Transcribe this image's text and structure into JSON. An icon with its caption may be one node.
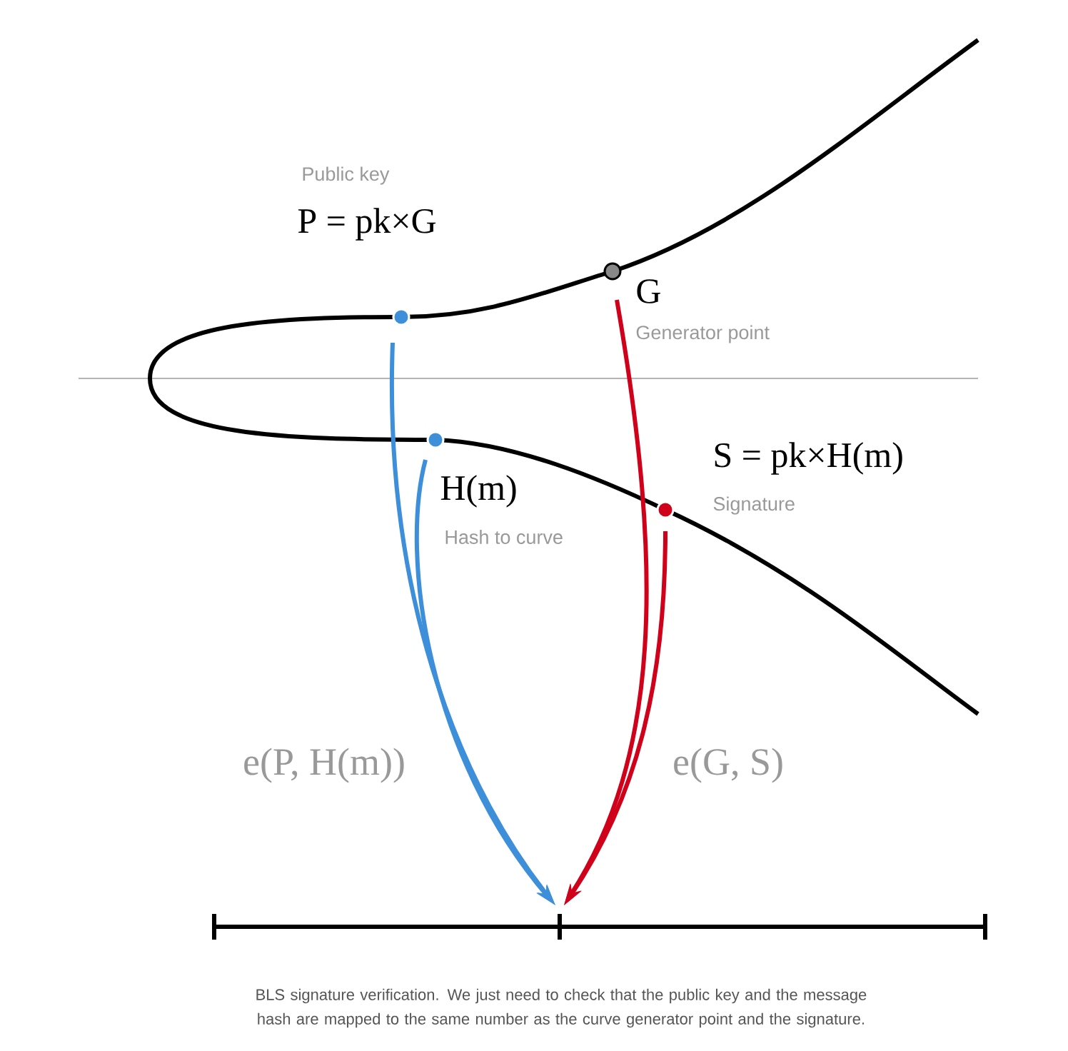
{
  "diagram": {
    "caption": "BLS signature verification. We just need to check that the public key and the message hash are mapped to the same number as the curve generator point and the signature.",
    "nodes": [
      {
        "text": [],
        "shape": "circle",
        "beside": [
          "Public key",
          "P = pk×G"
        ]
      },
      {
        "text": [],
        "shape": "circle",
        "beside": [
          "G",
          "Generator point"
        ]
      },
      {
        "text": [],
        "shape": "circle",
        "beside": [
          "H(m)",
          "Hash to curve"
        ]
      },
      {
        "text": [],
        "shape": "circle",
        "beside": [
          "S = pk×H(m)",
          "Signature"
        ]
      },
      {
        "text": [],
        "shape": "bar"
      }
    ],
    "edges": [
      {
        "from": 0,
        "to": 4,
        "arrow": "to",
        "color": "#3d8fd9"
      },
      {
        "from": 2,
        "to": 4,
        "arrow": "to",
        "color": "#3d8fd9"
      },
      {
        "from": 1,
        "to": 4,
        "arrow": "to",
        "color": "#d0021b"
      },
      {
        "from": 3,
        "to": 4,
        "arrow": "to",
        "color": "#d0021b"
      }
    ],
    "labels": [
      "e(P, H(m))",
      "e(G, S)"
    ]
  }
}
